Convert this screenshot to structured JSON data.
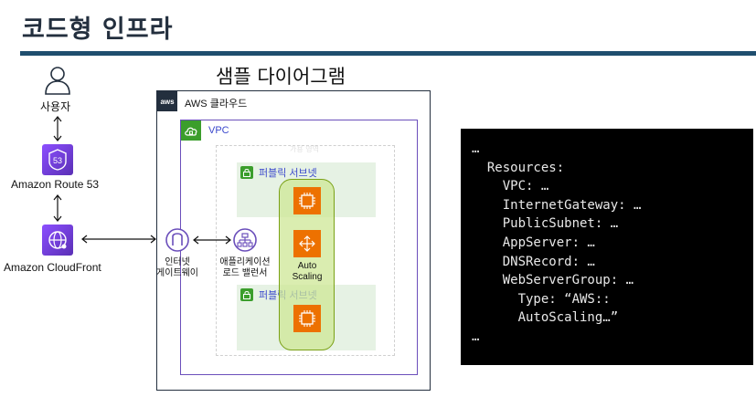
{
  "page": {
    "title": "코드형 인프라",
    "diagram_title": "샘플 다이어그램"
  },
  "left_column": {
    "user_label": "사용자",
    "route53_label": "Amazon Route 53",
    "route53_badge": "53",
    "cloudfront_label": "Amazon CloudFront"
  },
  "aws_cloud": {
    "logo_text": "aws",
    "label": "AWS 클라우드"
  },
  "vpc": {
    "label": "VPC"
  },
  "az": {
    "label": "가용 영역"
  },
  "subnets": [
    {
      "label": "퍼블릭 서브넷"
    },
    {
      "label": "퍼블릭 서브넷"
    }
  ],
  "components": {
    "igw_label_line1": "인터넷",
    "igw_label_line2": "게이트웨이",
    "alb_label_line1": "애플리케이션",
    "alb_label_line2": "로드 밸런서",
    "asg_label_line1": "Auto",
    "asg_label_line2": "Scaling"
  },
  "code": {
    "lines": [
      "…",
      "  Resources:",
      "    VPC: …",
      "    InternetGateway: …",
      "    PublicSubnet: …",
      "    AppServer: …",
      "    DNSRecord: …",
      "    WebServerGroup: …",
      "      Type: “AWS::",
      "      AutoScaling…”",
      "…"
    ]
  },
  "colors": {
    "title_rule": "#1f4e6e",
    "purple_icon": "#8c4fff",
    "vpc_border": "#6b4fbb",
    "subnet_fill": "#e6f2e4",
    "ec2_orange": "#ed7100",
    "asg_green": "#7aa116",
    "code_bg": "#000000"
  }
}
